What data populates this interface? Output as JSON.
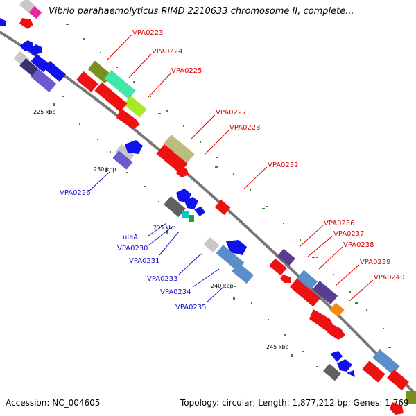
{
  "title": "Vibrio parahaemolyticus RIMD 2210633 chromosome II, complete...",
  "footer": {
    "accession": "Accession: NC_004605",
    "topology": "Topology: circular; Length: 1,877,212 bp; Genes: 1,769"
  },
  "kbp_labels": [
    "225 kbp",
    "230 kbp",
    "235 kbp",
    "240 kbp",
    "245 kbp"
  ],
  "genes_forward": [
    "VPA0223",
    "VPA0224",
    "VPA0225",
    "VPA0227",
    "VPA0228",
    "VPA0232",
    "VPA0236",
    "VPA0237",
    "VPA0238",
    "VPA0239",
    "VPA0240"
  ],
  "genes_reverse": [
    "VPA0226",
    "ulaA",
    "VPA0230",
    "VPA0231",
    "VPA0233",
    "VPA0234",
    "VPA0235"
  ],
  "colors": {
    "forward_gene": "#ee1111",
    "reverse_gene": "#1111ee",
    "backbone": "#808080",
    "label_forward": "#e00000",
    "label_reverse": "#1010c8",
    "tick": "#2e8b2e"
  }
}
